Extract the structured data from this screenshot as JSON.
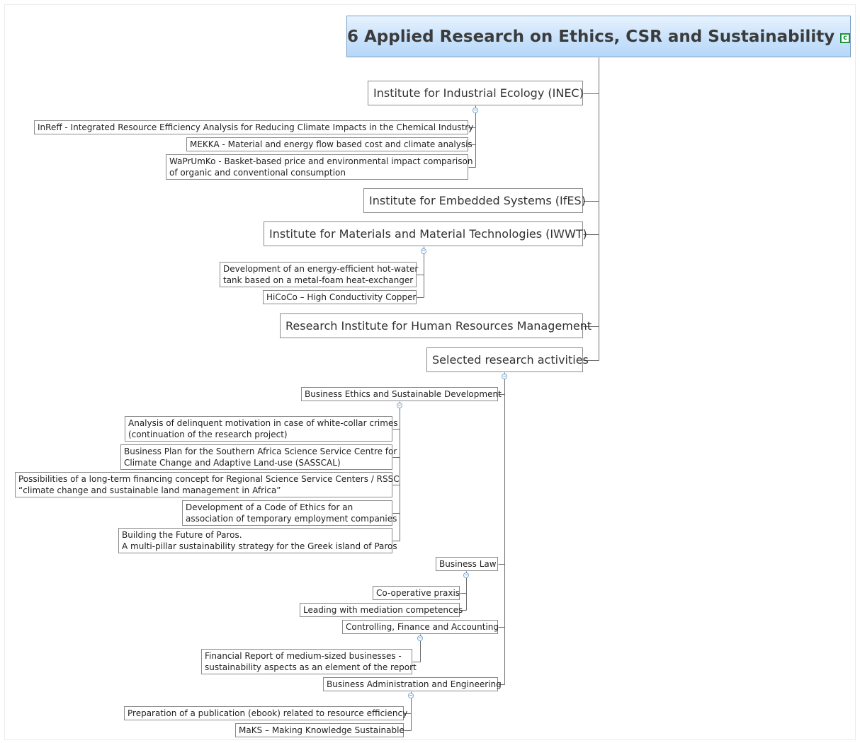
{
  "central": {
    "title": "6 Applied Research on Ethics, CSR and Sustainability",
    "icon": "c-marker-icon",
    "icon_letter": "c",
    "gradient_colors": [
      "#e7f2fd",
      "#b6d7f8"
    ]
  },
  "branches": {
    "inec": {
      "label": "Institute for Industrial Ecology (INEC)",
      "children": [
        "InReff - Integrated Resource Efficiency Analysis for Reducing Climate Impacts in the Chemical Industry",
        "MEKKA - Material and energy flow based cost and climate analysis",
        [
          "WaPrUmKo - Basket-based price and environmental impact comparison",
          "of organic and conventional consumption"
        ]
      ]
    },
    "ifes": {
      "label": "Institute for Embedded Systems (IfES)"
    },
    "iwwt": {
      "label": "Institute for Materials and Material Technologies (IWWT)",
      "children": [
        [
          "Development of an energy-efficient hot-water",
          "tank based on a metal-foam heat-exchanger"
        ],
        "HiCoCo – High Conductivity Copper"
      ]
    },
    "hrm": {
      "label": "Research Institute for Human Resources Management"
    },
    "selected": {
      "label": "Selected research activities",
      "groups": {
        "ethics": {
          "label": "Business Ethics and Sustainable Development",
          "children": [
            [
              "Analysis of delinquent motivation in case of white-collar crimes",
              "(continuation of the research project)"
            ],
            [
              "Business Plan for the Southern Africa Science Service Centre for",
              "Climate Change and Adaptive Land-use (SASSCAL)"
            ],
            [
              "Possibilities of a long-term financing concept for Regional Science Service Centers / RSSC",
              "“climate change and sustainable land management in Africa”"
            ],
            [
              "Development of a Code of Ethics for an",
              "association of temporary employment companies"
            ],
            [
              "Building the Future of Paros.",
              "A multi-pillar sustainability strategy for the Greek island of Paros"
            ]
          ]
        },
        "law": {
          "label": "Business Law",
          "children": [
            "Co-operative praxis",
            "Leading with mediation competences"
          ]
        },
        "controlling": {
          "label": "Controlling, Finance and Accounting",
          "children": [
            [
              "Financial Report of medium-sized businesses -",
              "sustainability aspects as an element of the report"
            ]
          ]
        },
        "admin": {
          "label": "Business Administration and Engineering",
          "children": [
            "Preparation of a publication (ebook) related to resource efficiency",
            "MaKS – Making Knowledge Sustainable"
          ]
        }
      }
    }
  },
  "colors": {
    "connector": "#6e6e6e",
    "node_border": "#8a8a8a",
    "collapse_marker": "#7aa7d6"
  }
}
